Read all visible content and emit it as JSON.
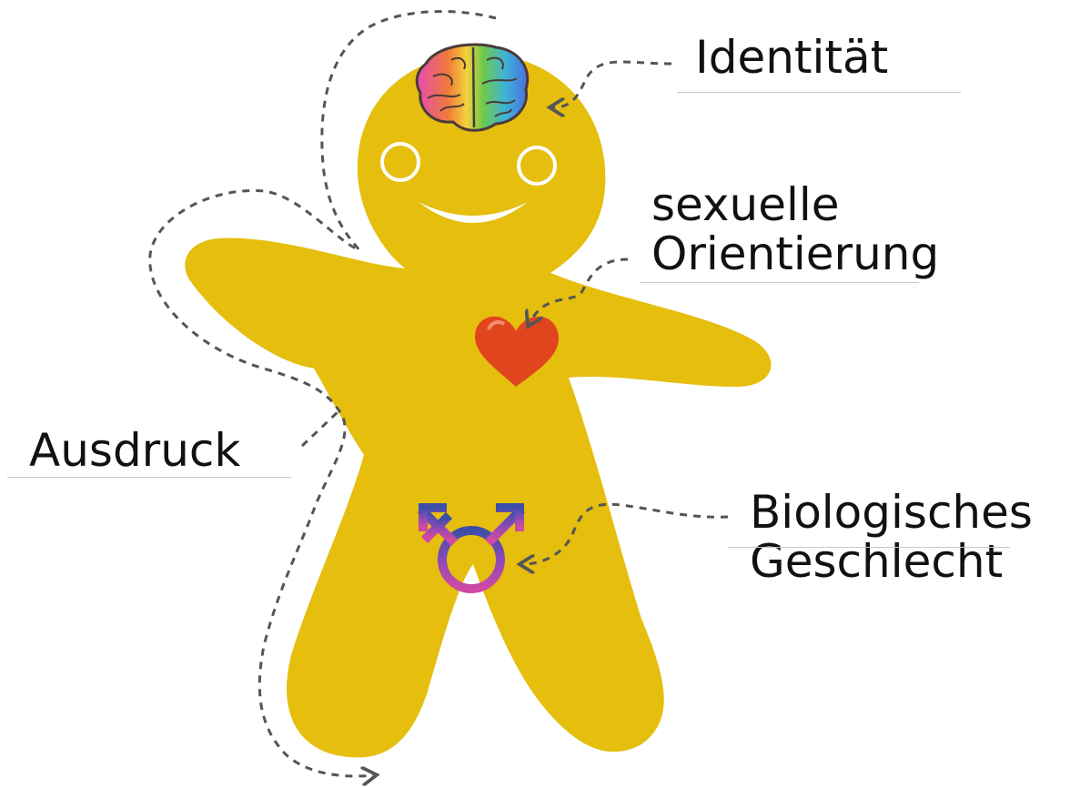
{
  "labels": {
    "identity": "Identität",
    "orientation": {
      "line1": "sexuelle",
      "line2": "Orientierung"
    },
    "expression": "Ausdruck",
    "biological_sex": {
      "line1": "Biologisches",
      "line2": "Geschlecht"
    }
  },
  "icons": {
    "figure": "gingerbread-person-icon",
    "brain": "rainbow-brain-icon",
    "heart": "heart-icon",
    "sex_symbol": "transgender-symbol-icon"
  },
  "colors": {
    "figure_body": "#E5BE0E",
    "heart": "#E0451E",
    "arrows": "#555555",
    "label_underline": "#C9C9C9",
    "trans_symbol_top": "#3B4FA8",
    "trans_symbol_bottom": "#D04AA4"
  }
}
